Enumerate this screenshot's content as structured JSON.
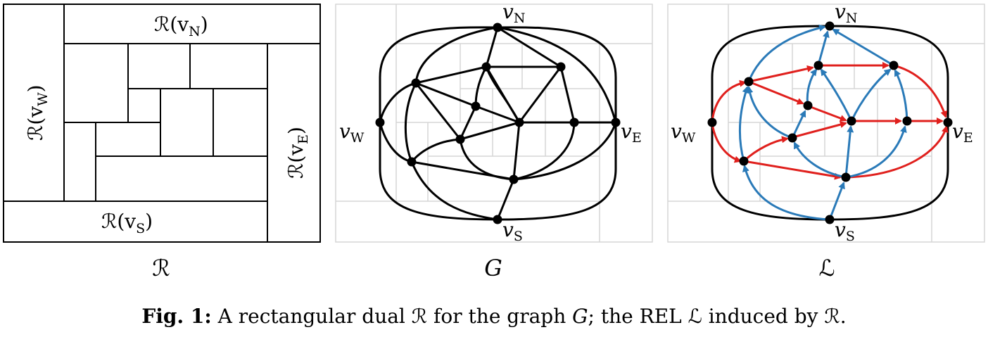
{
  "panels": {
    "rect": {
      "label": "ℛ",
      "regions": {
        "west": "ℛ(v",
        "west_sub": "W",
        "north": "ℛ(v",
        "north_sub": "N",
        "east": "ℛ(v",
        "east_sub": "E",
        "south": "ℛ(v",
        "south_sub": "S",
        "close": ")"
      }
    },
    "graph": {
      "label": "G",
      "vertex_labels": {
        "N": "v",
        "N_sub": "N",
        "W": "v",
        "W_sub": "W",
        "E": "v",
        "E_sub": "E",
        "S": "v",
        "S_sub": "S"
      }
    },
    "rel": {
      "label": "ℒ",
      "vertex_labels": {
        "N": "v",
        "N_sub": "N",
        "W": "v",
        "W_sub": "W",
        "E": "v",
        "E_sub": "E",
        "S": "v",
        "S_sub": "S"
      },
      "colors": {
        "red": "#e0201d",
        "blue": "#2a7ab8"
      }
    }
  },
  "caption": {
    "label": "Fig. 1:",
    "text_1": " A rectangular dual ",
    "sym_1": "ℛ",
    "text_2": " for the graph ",
    "sym_2": "G",
    "text_3": "; the REL ",
    "sym_3": "ℒ",
    "text_4": " induced by ",
    "sym_4": "ℛ",
    "text_5": "."
  }
}
